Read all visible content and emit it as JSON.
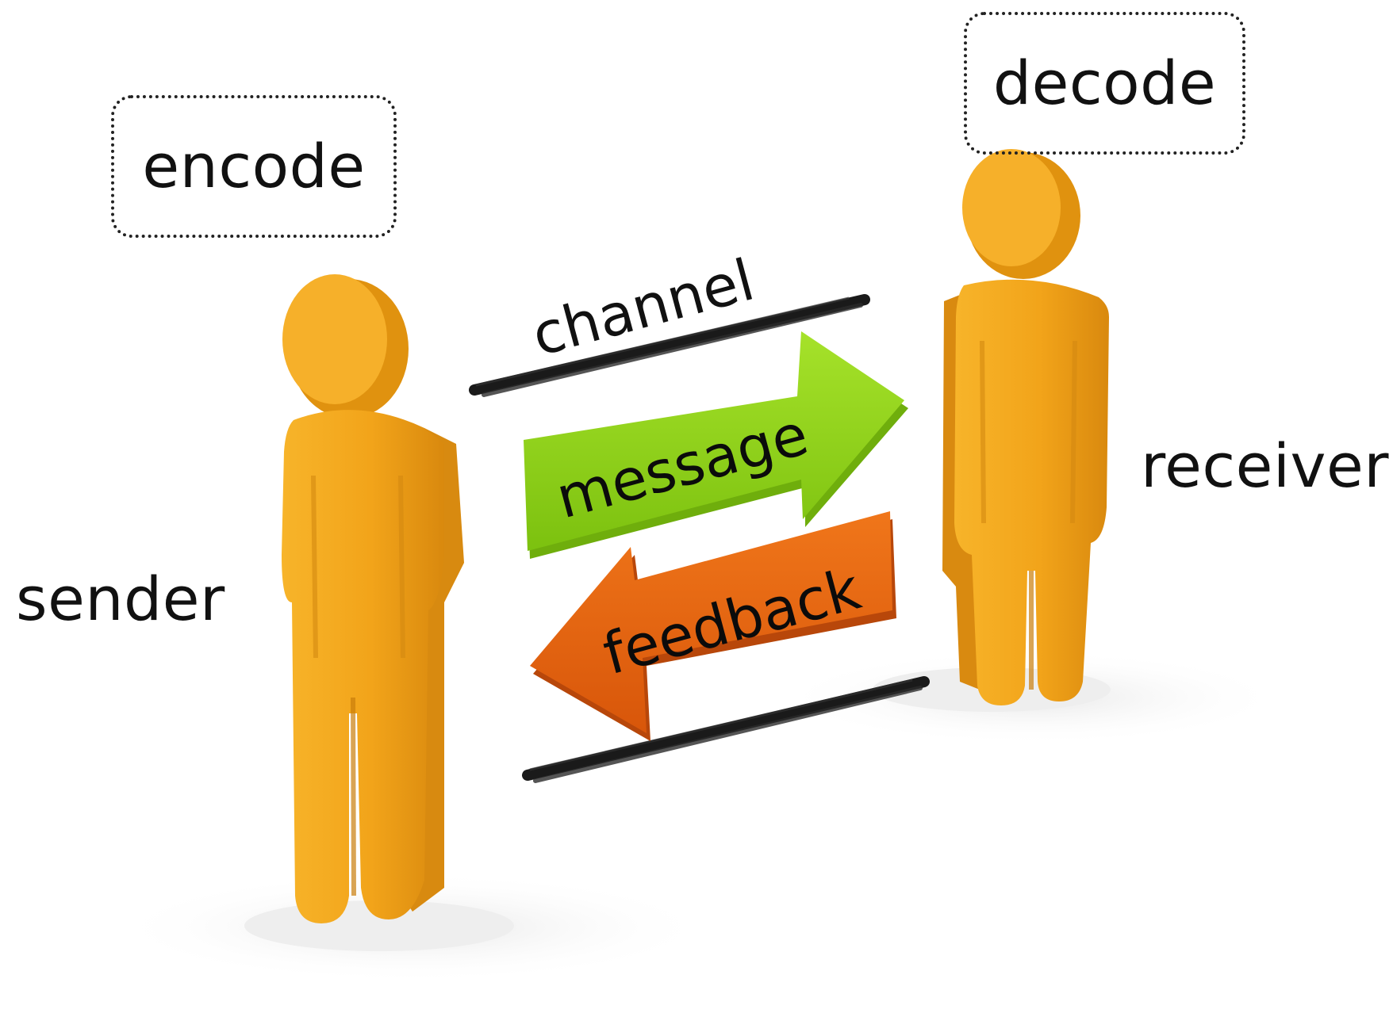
{
  "diagram": {
    "encode": "encode",
    "decode": "decode",
    "sender": "sender",
    "receiver": "receiver",
    "channel": "channel",
    "message": "message",
    "feedback": "feedback"
  },
  "colors": {
    "figure": "#f2a81e",
    "figure_shade": "#d98a10",
    "message_arrow": "#8ed21a",
    "feedback_arrow": "#e8620c",
    "channel_stroke": "#1a1a1a",
    "text": "#111111"
  }
}
